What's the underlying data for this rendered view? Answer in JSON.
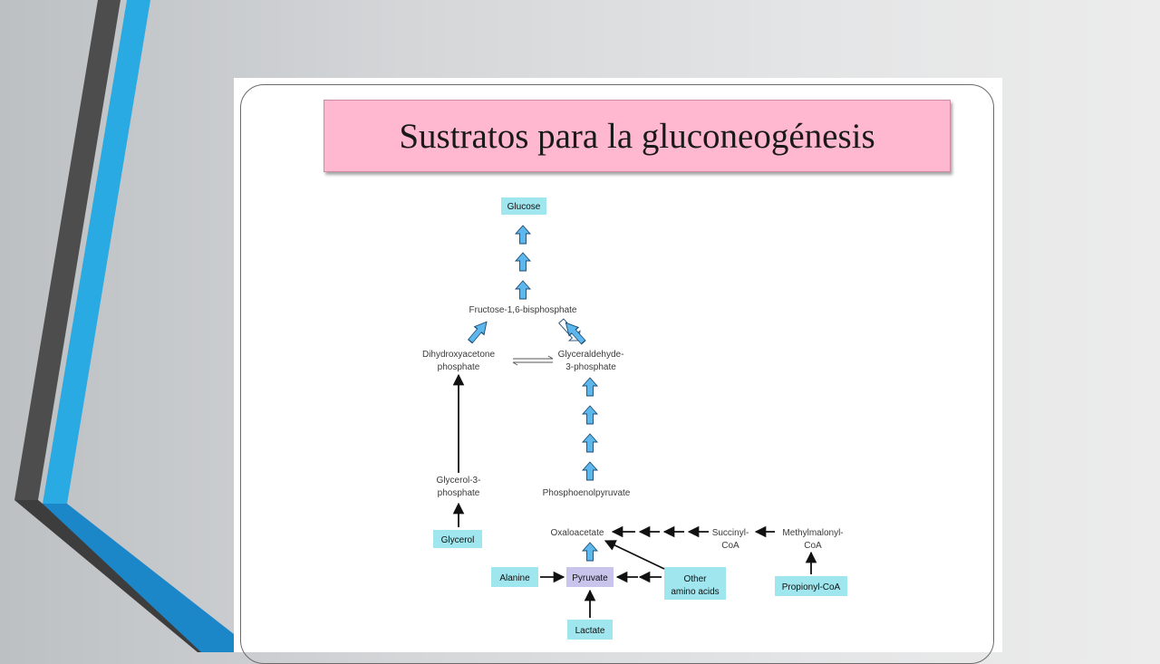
{
  "slide": {
    "title": "Sustratos para la gluconeogénesis"
  },
  "diagram": {
    "nodes": {
      "glucose": "Glucose",
      "fructose_bp": "Fructose-1,6-bisphosphate",
      "dhap_1": "Dihydroxyacetone",
      "dhap_2": "phosphate",
      "g3p_1": "Glyceraldehyde-",
      "g3p_2": "3-phosphate",
      "glycerol3p_1": "Glycerol-3-",
      "glycerol3p_2": "phosphate",
      "glycerol": "Glycerol",
      "pep": "Phosphoenolpyruvate",
      "oxaloacetate": "Oxaloacetate",
      "succinyl_1": "Succinyl-",
      "succinyl_2": "CoA",
      "methylmalonyl_1": "Methylmalonyl-",
      "methylmalonyl_2": "CoA",
      "propionyl": "Propionyl-CoA",
      "alanine": "Alanine",
      "pyruvate": "Pyruvate",
      "other_aa_1": "Other",
      "other_aa_2": "amino acids",
      "lactate": "Lactate"
    }
  },
  "colors": {
    "substrate_box": "#9fe6ee",
    "pyruvate_box": "#c8c4ec",
    "block_arrow_fill": "#5cb8ec",
    "title_box": "#ffb8d0",
    "accent_blue": "#29aae2",
    "stripe_dark": "#4d4d4d"
  }
}
